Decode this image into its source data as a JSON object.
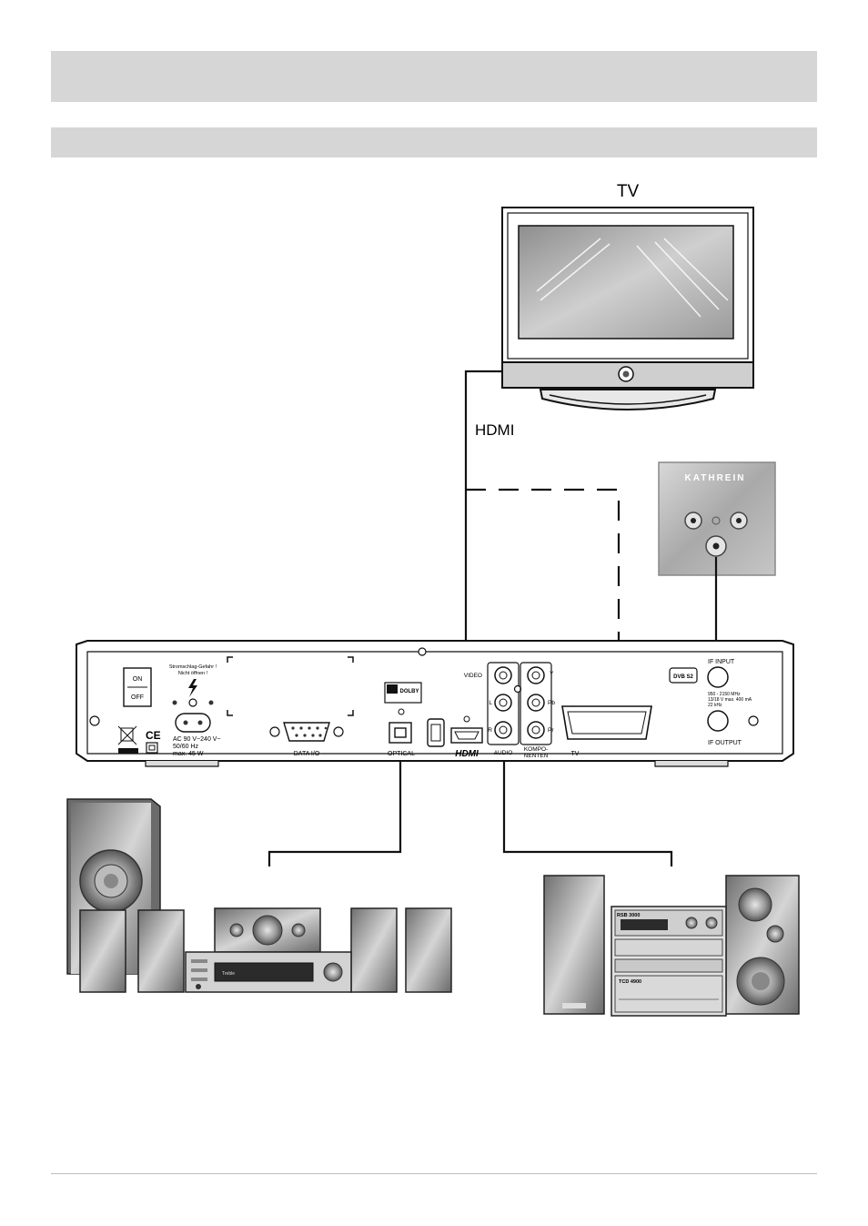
{
  "labels": {
    "tv_title": "TV",
    "hdmi_cable": "HDMI",
    "brand": "KATHREIN"
  },
  "panel": {
    "switch_on": "ON",
    "switch_off": "OFF",
    "warning_1": "Stromschlag-Gefahr !",
    "warning_2": "Nicht öffnen !",
    "power_1": "AC 90 V~240 V~",
    "power_2": "50/60 Hz",
    "power_3": "max. 45 W",
    "ce": "CE",
    "data_io": "DATA I/O",
    "optical": "OPTICAL",
    "dolby": "DOLBY",
    "hdmi_logo": "HDMI",
    "video": "VIDEO",
    "audio": "AUDIO",
    "l": "L",
    "r": "R",
    "y": "Y",
    "pb": "Pb",
    "pr": "Pr",
    "kompo_1": "KOMPO-",
    "kompo_2": "NENTEN",
    "tv": "TV",
    "dvbs2": "DVB S2",
    "if_input": "IF INPUT",
    "if_output": "IF OUTPUT",
    "if_spec_1": "950 - 2150 MHz",
    "if_spec_2": "13/18 V max. 400 mA",
    "if_spec_3": "22 kHz"
  },
  "receiver_amp": {
    "display": "Treble"
  },
  "stereo": {
    "unit_1": "RSB 3000",
    "unit_2": "TCD 4900"
  },
  "colors": {
    "bar": "#d6d6d6",
    "line": "#111111",
    "device_grey": "#c9c9c9",
    "dark_grey": "#7a7a7a"
  }
}
